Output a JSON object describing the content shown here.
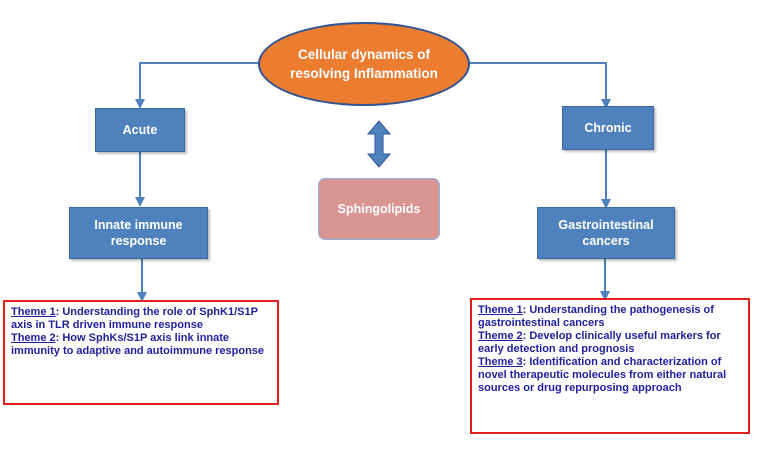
{
  "center": {
    "title": "Cellular dynamics of resolving Inflammation"
  },
  "mediator": {
    "label": "Sphingolipids"
  },
  "left": {
    "stage": "Acute",
    "response": "Innate immune response",
    "themes": [
      {
        "label": "Theme 1",
        "text": ": Understanding the role of SphK1/S1P axis in TLR driven immune response"
      },
      {
        "label": "Theme 2",
        "text": ": How SphKs/S1P axis link innate immunity to adaptive and autoimmune response"
      }
    ]
  },
  "right": {
    "stage": "Chronic",
    "response": "Gastrointestinal cancers",
    "themes": [
      {
        "label": "Theme 1",
        "text": ": Understanding the pathogenesis of gastrointestinal cancers"
      },
      {
        "label": "Theme 2",
        "text": ": Develop clinically useful markers for early detection and prognosis"
      },
      {
        "label": "Theme 3",
        "text": ": Identification and characterization of novel therapeutic molecules from either natural sources or drug repurposing approach"
      }
    ]
  },
  "colors": {
    "oval": "#ec7c30",
    "box": "#4f81bd",
    "mediator": "#d99594",
    "theme_border": "#e02020",
    "theme_text": "#1f1f9f",
    "arrow": "#4f81bd"
  }
}
